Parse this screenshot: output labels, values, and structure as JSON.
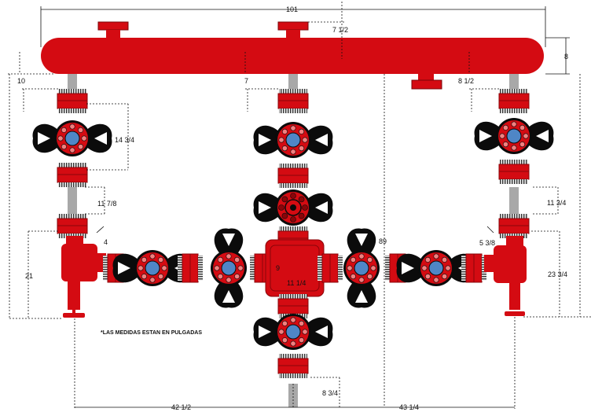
{
  "colors": {
    "red": "#d40b12",
    "dark_red": "#8a0509",
    "black": "#0b0b0b",
    "blue": "#4f86c6",
    "pink": "#f27f7f",
    "pipe_gray": "#a8a8a8",
    "thread": "#dddddd"
  },
  "note": "*LAS MEDIDAS ESTAN EN PULGADAS",
  "dimensions": {
    "total_width": "101",
    "top_flange_height": "7 1/2",
    "header_height": "8",
    "left_drop": "10",
    "center_drop": "7",
    "right_drop": "8 1/2",
    "left_valve_span": "14 3/4",
    "left_spool": "11 7/8",
    "left_tee_offset": "4",
    "left_choke_height": "21",
    "right_spool": "11 3/4",
    "right_tee_offset": "5 3/8",
    "right_choke_height": "23 3/4",
    "center_total_height": "89",
    "cross_height": "9",
    "cross_width": "11 1/4",
    "bottom_outlet": "8 3/4",
    "left_half_width": "42 1/2",
    "right_half_width": "43 1/4"
  },
  "icons": [
    "gate-valve-icon",
    "choke-valve-icon",
    "flange-icon",
    "header-pipe-icon",
    "cross-fitting-icon"
  ]
}
